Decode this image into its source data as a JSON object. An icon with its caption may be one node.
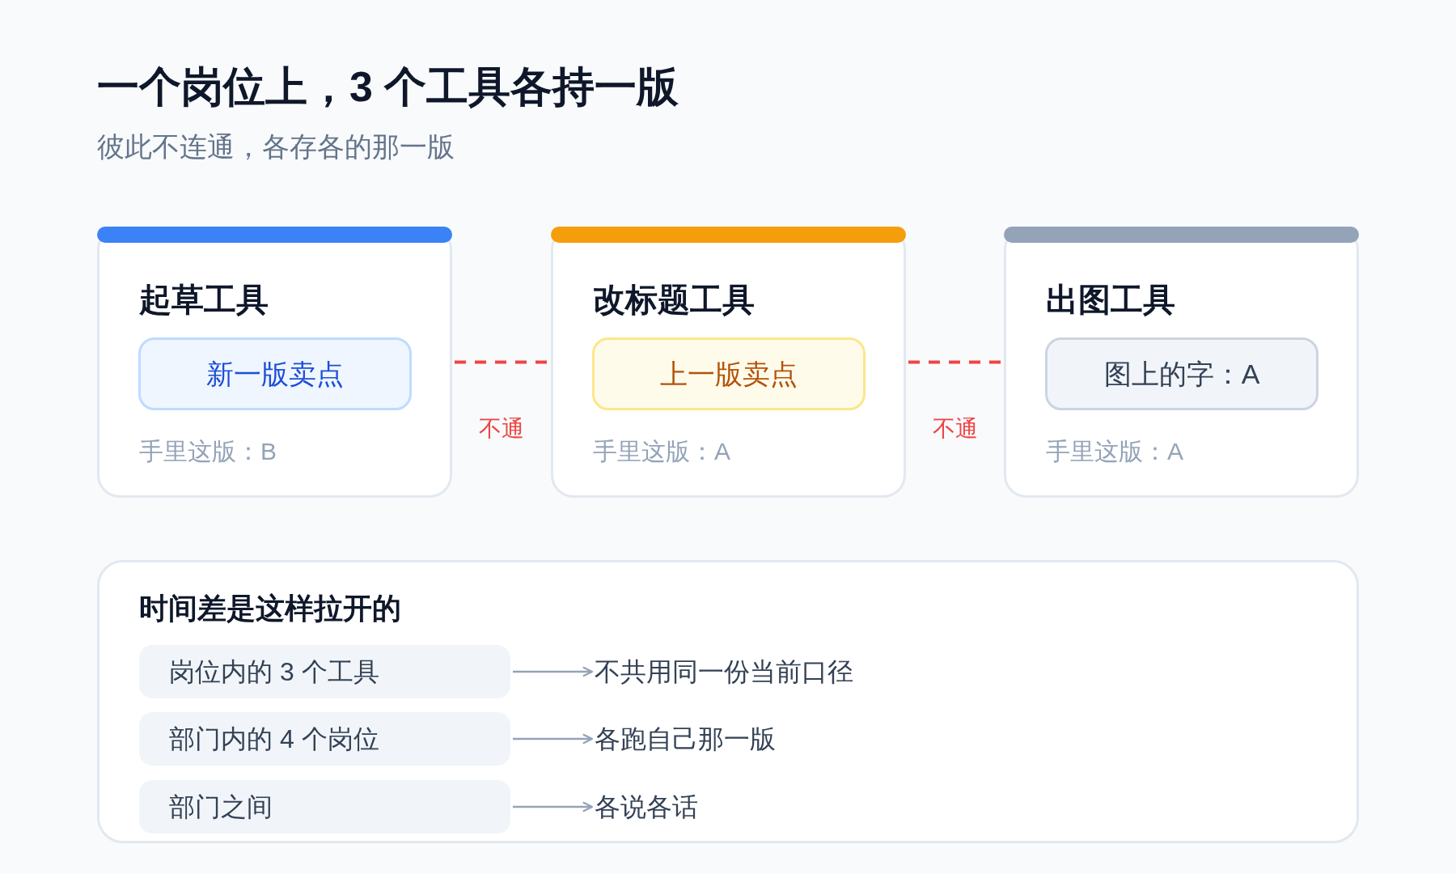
{
  "diagram": {
    "title": "一个岗位上，3 个工具各持一版",
    "nodes": [
      {
        "text": [
          "起草工具",
          "手里这版：B"
        ]
      },
      {
        "text": [
          "新一版卖点"
        ],
        "in": 0
      },
      {
        "text": [
          "改标题工具",
          "手里这版：A"
        ]
      },
      {
        "text": [
          "上一版卖点"
        ],
        "in": 2
      },
      {
        "text": [
          "出图工具",
          "手里这版：A"
        ]
      },
      {
        "text": [
          "图上的字：A"
        ],
        "in": 4
      },
      {
        "text": [
          "时间差是这样拉开的"
        ]
      },
      {
        "text": [
          "岗位内的 3 个工具"
        ],
        "in": 6
      },
      {
        "text": [
          "不共用同一份当前口径"
        ],
        "in": 6
      },
      {
        "text": [
          "部门内的 4 个岗位"
        ],
        "in": 6
      },
      {
        "text": [
          "各跑自己那一版"
        ],
        "in": 6
      },
      {
        "text": [
          "部门之间"
        ],
        "in": 6
      },
      {
        "text": [
          "各说各话"
        ],
        "in": 6
      }
    ],
    "edges": [
      {
        "from": 0,
        "to": 2,
        "arrow": "none",
        "label": "不通",
        "style": "dashed",
        "color": "#ef4444"
      },
      {
        "from": 2,
        "to": 4,
        "arrow": "none",
        "label": "不通",
        "style": "dashed",
        "color": "#ef4444"
      },
      {
        "from": 7,
        "to": 8,
        "arrow": "to"
      },
      {
        "from": 9,
        "to": 10,
        "arrow": "to"
      },
      {
        "from": 11,
        "to": 12,
        "arrow": "to"
      }
    ],
    "labels": [
      "彼此不连通，各存各的那一版"
    ]
  }
}
